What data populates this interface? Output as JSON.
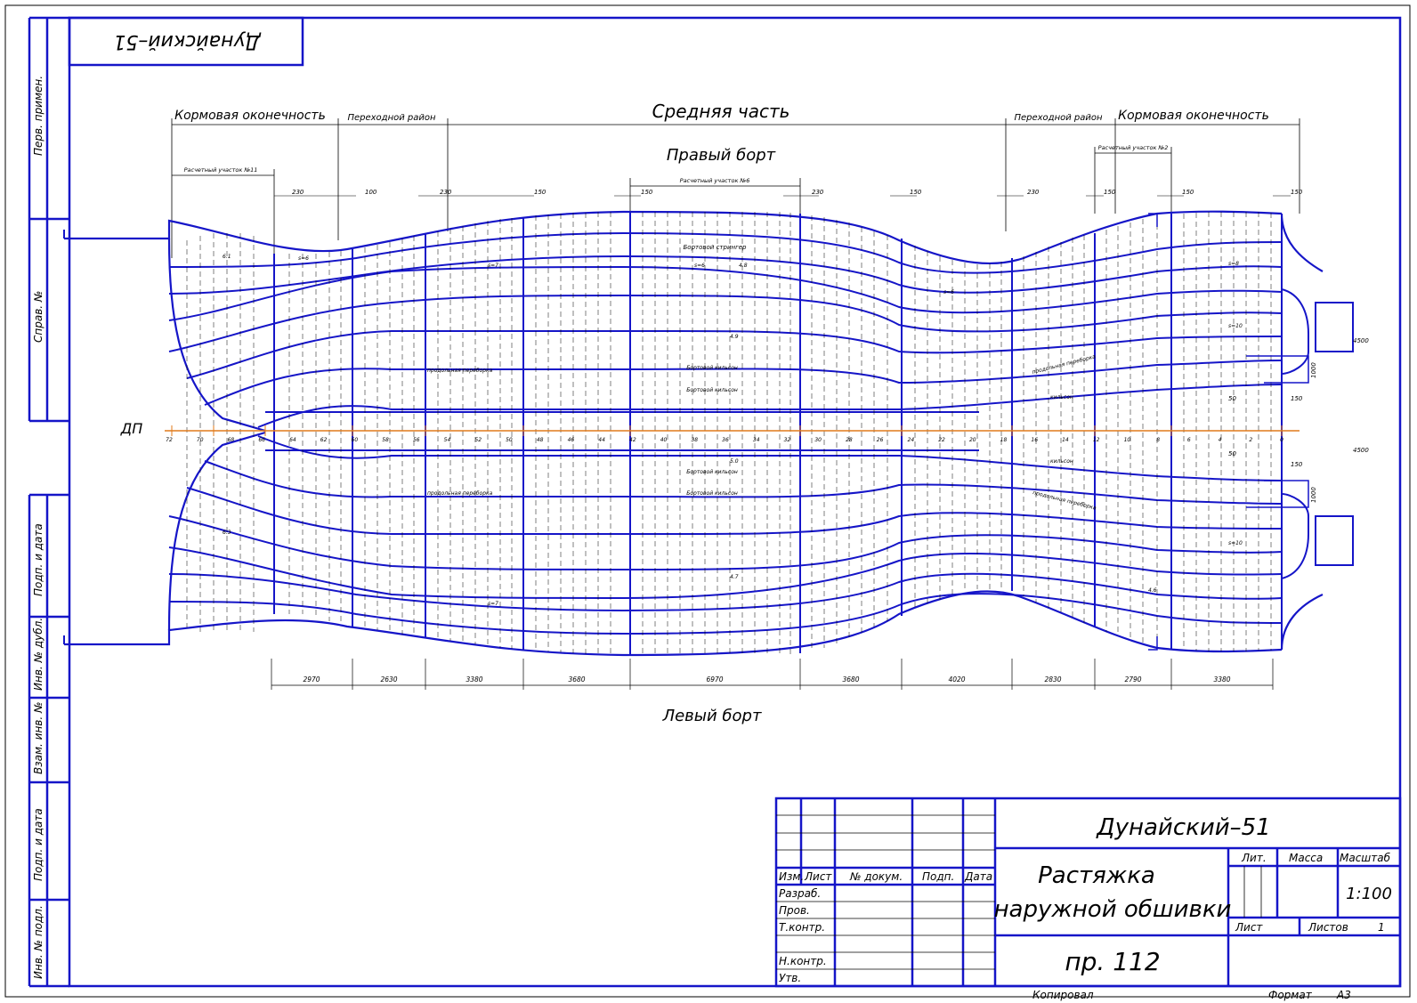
{
  "stamp_top": "Дунайский–51",
  "side_labels": [
    "Перв. примен.",
    "Справ. №",
    "Подп. и дата",
    "Инв. № дубл.",
    "Взам. инв. №",
    "Подп. и дата",
    "Инв. № подл."
  ],
  "drawing": {
    "sections_top": {
      "left_stern": "Кормовая оконечность",
      "left_transition": "Переходной район",
      "middle": "Средняя часть",
      "right_transition": "Переходной район",
      "right_stern": "Кормовая оконечность"
    },
    "calc_sections": [
      "Расчетный участок №11",
      "Расчетный участок №6",
      "Расчетный участок №2"
    ],
    "starboard": "Правый борт",
    "port": "Левый борт",
    "centerline": "ДП",
    "inner_labels": [
      "Бортовой стрингер",
      "продольная переборка",
      "Бортовой кильсон",
      "Бортовой кильсон",
      "продольная переборка",
      "продольная переборка",
      "Бортовой кильсон",
      "Бортовой кильсон",
      "продольная переборка",
      "кильсон",
      "кильсон"
    ],
    "top_dims": [
      "230",
      "100",
      "230",
      "150",
      "150",
      "230",
      "150",
      "230",
      "150",
      "150",
      "150"
    ],
    "bottom_dims": [
      "2970",
      "2630",
      "3380",
      "3680",
      "6970",
      "3680",
      "4020",
      "2830",
      "2790",
      "3380"
    ],
    "frame_numbers": [
      "72",
      "70",
      "68",
      "66",
      "64",
      "62",
      "60",
      "58",
      "56",
      "54",
      "52",
      "50",
      "48",
      "46",
      "44",
      "42",
      "40",
      "38",
      "36",
      "34",
      "32",
      "30",
      "28",
      "26",
      "24",
      "22",
      "20",
      "18",
      "16",
      "14",
      "12",
      "10",
      "8",
      "6",
      "4",
      "2",
      "0"
    ],
    "thickness_labels": [
      "s=6",
      "s=7",
      "s=8",
      "s=10",
      "4.8",
      "4.9",
      "5.0",
      "6.1",
      "6.3",
      "4.7",
      "4.6"
    ],
    "right_dims": [
      "4500",
      "1000",
      "150",
      "50"
    ]
  },
  "title_block": {
    "project": "Дунайский–51",
    "title_line1": "Растяжка",
    "title_line2": "наружной обшивки",
    "code": "пр. 112",
    "headers": {
      "izm": "Изм.",
      "list": "Лист",
      "doc": "№ докум.",
      "podp": "Подп.",
      "data": "Дата"
    },
    "roles": [
      "Разраб.",
      "Пров.",
      "Т.контр.",
      "",
      "Н.контр.",
      "Утв."
    ],
    "lit": "Лит.",
    "massa": "Масса",
    "masshtab": "Масштаб",
    "scale": "1:100",
    "sheet": "Лист",
    "sheets": "Листов",
    "sheets_count": "1"
  },
  "footer": {
    "copied": "Копировал",
    "format": "Формат",
    "format_value": "А3"
  },
  "colors": {
    "frame": "#1515c8",
    "line": "#000000",
    "centerline": "#e07a1a"
  }
}
